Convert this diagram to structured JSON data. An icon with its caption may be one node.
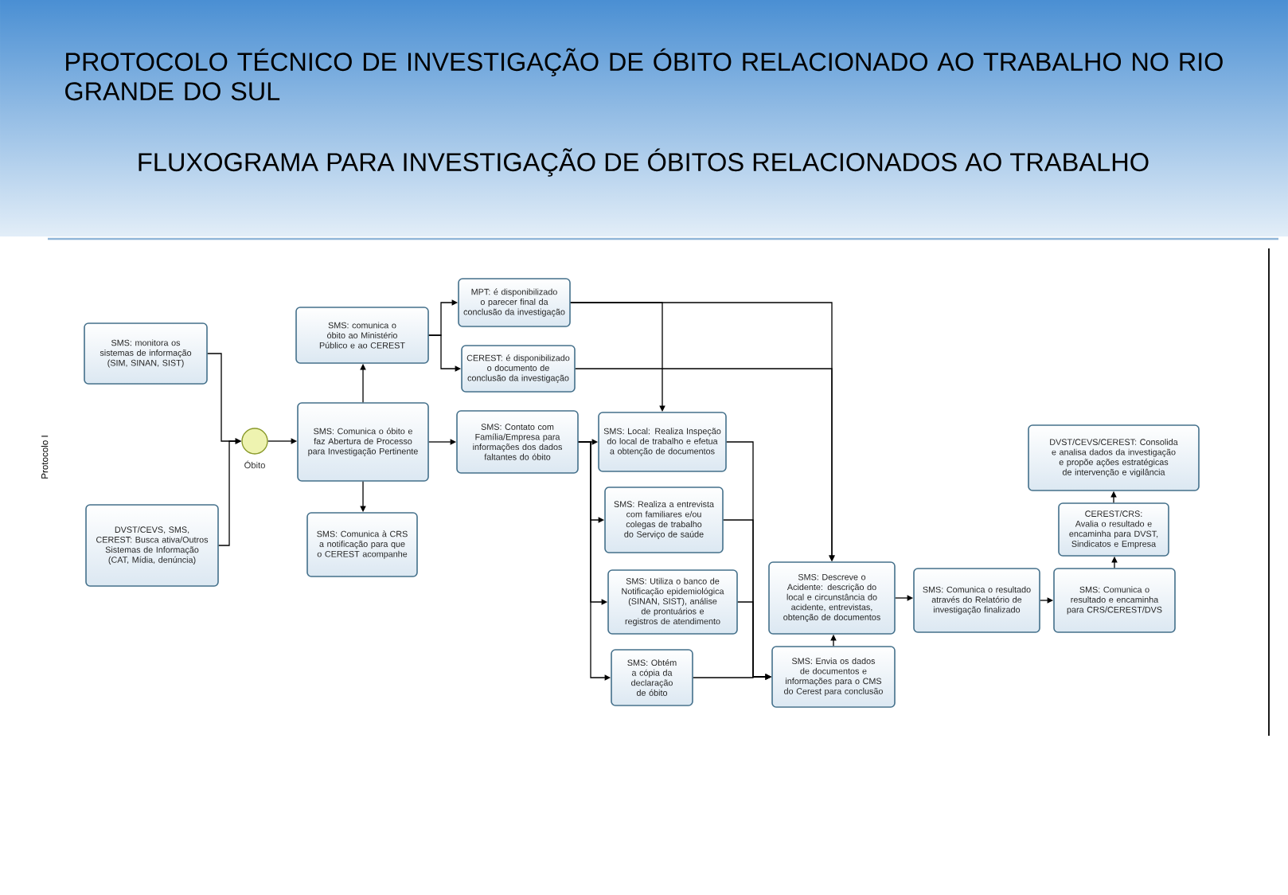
{
  "diagram": {
    "title": "PROTOCOLO TÉCNICO DE INVESTIGAÇÃO DE ÓBITO RELACIONADO AO TRABALHO NO RIO GRANDE DO SUL",
    "nodes": [
      {
        "text": [
          "SMS: monitora os sistemas de informação (SIM, SINAN, SIST)"
        ]
      },
      {
        "text": [
          "DVST/CEVS, SMS, CEREST: Busca ativa/Outros Sistemas de Informação (CAT, Mídia, denúncia)"
        ]
      },
      {
        "text": [],
        "shape": "circle",
        "beside": [
          "Óbito"
        ]
      },
      {
        "text": [
          "SMS: comunica o óbito ao Ministério Público e ao CEREST"
        ]
      },
      {
        "text": [
          "SMS: Comunica o óbito e faz Abertura de Processo para Investigação Pertinente"
        ]
      },
      {
        "text": [
          "SMS: Comunica à CRS a notificação para que o CEREST acompanhe"
        ]
      },
      {
        "text": [
          "MPT: é disponibilizado o parecer final da conclusão da investigação"
        ]
      },
      {
        "text": [
          "CEREST: é disponibilizado o documento de conclusão da investigação"
        ]
      },
      {
        "text": [
          "SMS: Contato com Família/Empresa para informações dos dados faltantes do óbito"
        ]
      },
      {
        "text": [
          "SMS: Local: Realiza Inspeção do local de trabalho e efetua a obtenção de documentos"
        ]
      },
      {
        "text": [
          "SMS: Realiza a entrevista com familiares e/ou colegas de trabalho do Serviço de saúde"
        ]
      },
      {
        "text": [
          "SMS: Utiliza o banco de Notificação epidemiológica (SINAN, SIST), análise de prontuários e registros de atendimento"
        ]
      },
      {
        "text": [
          "SMS: Obtém a cópia da declaração de óbito"
        ]
      },
      {
        "text": [
          "SMS: Descreve o Acidente: descrição do local e circunstância do acidente, entrevistas, obtenção de documentos"
        ]
      },
      {
        "text": [
          "SMS: Envia os dados de documentos e informações para o CMS do Cerest para conclusão"
        ]
      },
      {
        "text": [
          "SMS: Comunica o resultado através do Relatório de investigação finalizado"
        ]
      },
      {
        "text": [
          "SMS: Comunica o resultado e encaminha para CRS/CEREST/DVS"
        ]
      },
      {
        "text": [
          "CEREST/CRS: Avalia o resultado e encaminha para DVST, Sindicatos e Empresa"
        ]
      },
      {
        "text": [
          "DVST/CEVS/CEREST: Consolida e analisa dados da investigação e propõe ações estratégicas de intervenção e vigilância"
        ]
      }
    ],
    "edges": [
      {
        "from": 0,
        "to": 2,
        "arrow": "to"
      },
      {
        "from": 1,
        "to": 2,
        "arrow": "to"
      },
      {
        "from": 2,
        "to": 4,
        "arrow": "to"
      },
      {
        "from": 4,
        "to": 3,
        "arrow": "to"
      },
      {
        "from": 4,
        "to": 5,
        "arrow": "to"
      },
      {
        "from": 3,
        "to": 6,
        "arrow": "to"
      },
      {
        "from": 3,
        "to": 7,
        "arrow": "to"
      },
      {
        "from": 6,
        "to": 13,
        "arrow": "to"
      },
      {
        "from": 7,
        "to": 13,
        "arrow": "to"
      },
      {
        "from": 6,
        "to": 9,
        "arrow": "to"
      },
      {
        "from": 4,
        "to": 8,
        "arrow": "to"
      },
      {
        "from": 8,
        "to": 9,
        "arrow": "to"
      },
      {
        "from": 8,
        "to": 10,
        "arrow": "to"
      },
      {
        "from": 8,
        "to": 11,
        "arrow": "to"
      },
      {
        "from": 8,
        "to": 12,
        "arrow": "to"
      },
      {
        "from": 9,
        "to": 14,
        "arrow": "to"
      },
      {
        "from": 10,
        "to": 14,
        "arrow": "to"
      },
      {
        "from": 11,
        "to": 14,
        "arrow": "to"
      },
      {
        "from": 12,
        "to": 14,
        "arrow": "to"
      },
      {
        "from": 14,
        "to": 13,
        "arrow": "to"
      },
      {
        "from": 13,
        "to": 15,
        "arrow": "to"
      },
      {
        "from": 15,
        "to": 16,
        "arrow": "to"
      },
      {
        "from": 16,
        "to": 17,
        "arrow": "to"
      },
      {
        "from": 17,
        "to": 18,
        "arrow": "to"
      }
    ],
    "labels": [
      "FLUXOGRAMA PARA INVESTIGAÇÃO DE ÓBITOS RELACIONADOS AO TRABALHO",
      "Protocolo I"
    ]
  }
}
